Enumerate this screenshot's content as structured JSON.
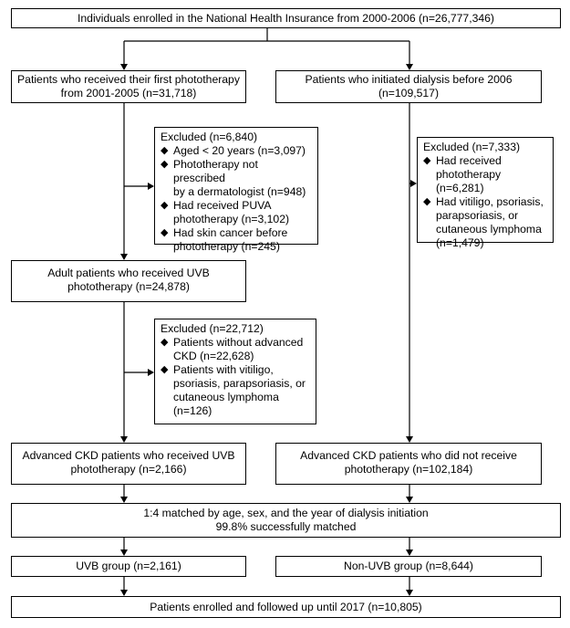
{
  "boxes": {
    "enrolled": "Individuals enrolled in the National Health Insurance from 2000-2006 (n=26,777,346)",
    "photo_first": [
      "Patients who received their first phototherapy",
      "from 2001-2005 (n=31,718)"
    ],
    "dialysis": [
      "Patients who initiated dialysis before 2006",
      "(n=109,517)"
    ],
    "excl1": {
      "title": "Excluded (n=6,840)",
      "items": [
        [
          "Aged < 20 years (n=3,097)"
        ],
        [
          "Phototherapy not prescribed",
          "by a dermatologist (n=948)"
        ],
        [
          "Had received PUVA",
          "phototherapy (n=3,102)"
        ],
        [
          "Had skin cancer before",
          "phototherapy (n=245)"
        ]
      ]
    },
    "excl2": {
      "title": "Excluded (n=7,333)",
      "items": [
        [
          "Had received",
          "phototherapy (n=6,281)"
        ],
        [
          "Had vitiligo, psoriasis,",
          "parapsoriasis, or",
          "cutaneous lymphoma",
          "(n=1,479)"
        ]
      ]
    },
    "adult_uvb": [
      "Adult patients who received UVB",
      "phototherapy (n=24,878)"
    ],
    "excl3": {
      "title": "Excluded (n=22,712)",
      "items": [
        [
          "Patients without advanced",
          "CKD (n=22,628)"
        ],
        [
          "Patients with vitiligo,",
          "psoriasis, parapsoriasis, or",
          "cutaneous lymphoma",
          "(n=126)"
        ]
      ]
    },
    "adv_uvb": [
      "Advanced CKD patients who received UVB",
      "phototherapy (n=2,166)"
    ],
    "adv_no": [
      "Advanced CKD patients who did not receive",
      "phototherapy (n=102,184)"
    ],
    "matched": [
      "1:4 matched by age, sex, and the year of dialysis initiation",
      "99.8% successfully matched"
    ],
    "uvb_group": "UVB group (n=2,161)",
    "non_uvb_group": "Non-UVB group (n=8,644)",
    "final": "Patients enrolled and followed up until 2017 (n=10,805)"
  },
  "bullet_icon": "diamond-bullet-icon"
}
